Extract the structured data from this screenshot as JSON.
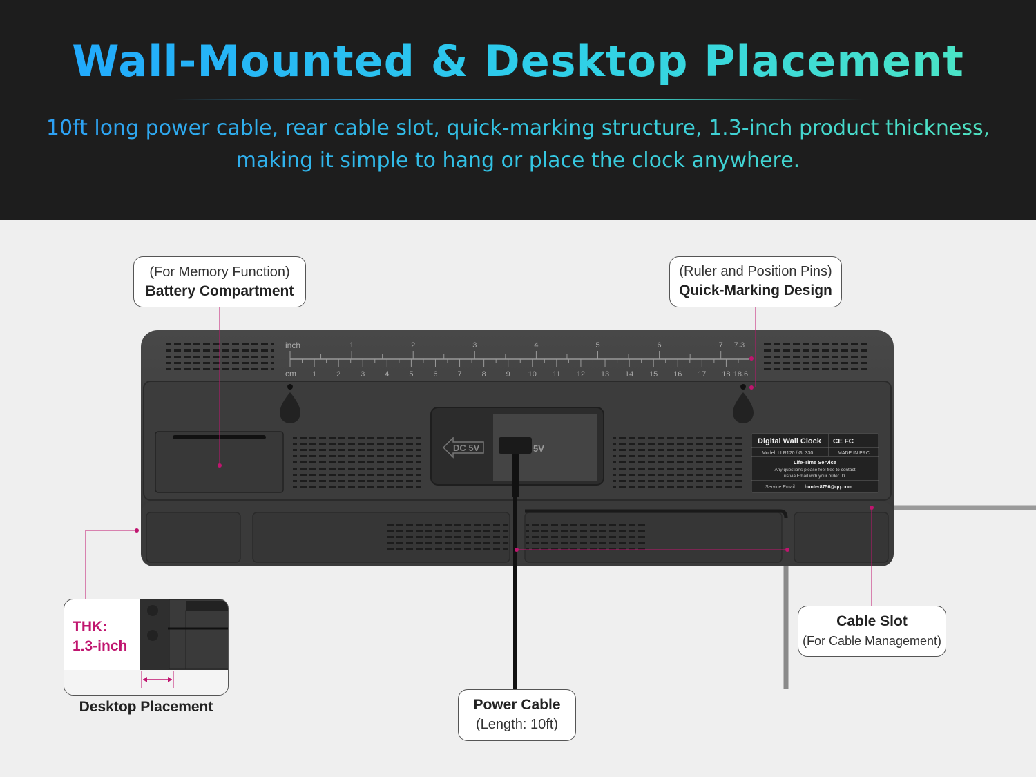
{
  "header": {
    "title": "Wall-Mounted & Desktop Placement",
    "subtitle_line1": "10ft long power cable, rear cable slot, quick-marking structure, 1.3-inch product thickness,",
    "subtitle_line2": "making it simple to hang or place the clock anywhere."
  },
  "callouts": {
    "battery": {
      "light": "(For Memory Function)",
      "bold": "Battery Compartment"
    },
    "marking": {
      "light": "(Ruler and Position Pins)",
      "bold": "Quick-Marking Design"
    },
    "cable_slot": {
      "bold": "Cable Slot",
      "light": "(For Cable Management)"
    },
    "power": {
      "bold": "Power Cable",
      "light": "(Length: 10ft)"
    }
  },
  "desktop": {
    "thk_line1": "THK:",
    "thk_line2": "1.3-inch",
    "label": "Desktop Placement"
  },
  "ruler": {
    "inch_label": "inch",
    "cm_label": "cm",
    "inch_ticks": [
      "1",
      "2",
      "3",
      "4",
      "5",
      "6",
      "7",
      "7.3"
    ],
    "cm_ticks": [
      "1",
      "2",
      "3",
      "4",
      "5",
      "6",
      "7",
      "8",
      "9",
      "10",
      "11",
      "12",
      "13",
      "14",
      "15",
      "16",
      "17",
      "18",
      "18.6"
    ]
  },
  "port": {
    "dc_label": "DC 5V",
    "plug_label": "5V"
  },
  "product_label": {
    "name": "Digital Wall Clock",
    "certs": "CE FC",
    "model": "Model: LLR120 / GL330",
    "made_in": "MADE IN PRC",
    "service_title": "Life-Time Service",
    "service_line1": "Any questions please feel free to contact",
    "service_line2": "us via Email with your order ID.",
    "email_label": "Service Email:",
    "email": "hunter8756@qq.com"
  },
  "colors": {
    "accent": "#c0156f",
    "title_start": "#20a4ff",
    "title_end": "#4fe7c0",
    "body": "#3a3a3a"
  }
}
